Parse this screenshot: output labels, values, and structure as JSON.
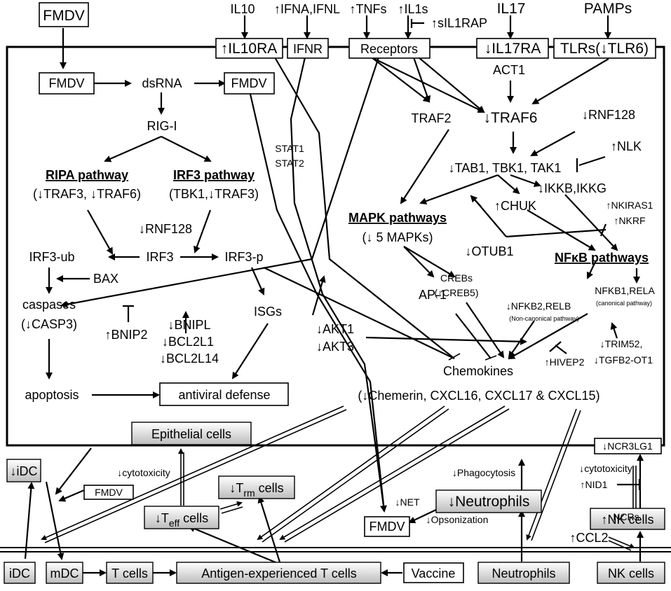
{
  "top_inputs": {
    "fmdv": "FMDV",
    "il10": "IL10",
    "ifna_ifnl": "↑IFNA,IFNL",
    "tnfs": "↑TNFs",
    "il1s": "↑IL1s",
    "sil1rap": "↑sIL1RAP",
    "il17": "IL17",
    "pamps": "PAMPs"
  },
  "receptors": {
    "il10ra": "↑IL10RA",
    "ifnr": "IFNR",
    "receptors": "Receptors",
    "il17ra": "↓IL17RA",
    "tlrs": "TLRs(↓TLR6)"
  },
  "cell_nodes": {
    "fmdv_inner": "FMDV",
    "dsrna": "dsRNA",
    "fmdv_right": "FMDV",
    "rig_i": "RIG-I",
    "ripa_title": "RIPA pathway",
    "ripa_sub": "(↓TRAF3, ↓TRAF6)",
    "irf3_title": "IRF3 pathway",
    "irf3_sub": "(TBK1,↓TRAF3)",
    "rnf128_left": "↓RNF128",
    "irf3_ub": "IRF3-ub",
    "irf3": "IRF3",
    "irf3_p": "IRF3-p",
    "bax": "BAX",
    "caspases": "caspases",
    "casp3": "(↓CASP3)",
    "bnip2": "↑BNIP2",
    "bnipl": "↓BNIPL",
    "bcl2l1": "↓BCL2L1",
    "bcl2l14": "↓BCL2L14",
    "isgs": "ISGs",
    "apoptosis": "apoptosis",
    "antiviral": "antiviral defense",
    "stat1": "STAT1",
    "stat2": "STAT2",
    "act1": "ACT1",
    "traf2": "TRAF2",
    "traf6": "↓TRAF6",
    "rnf128_right": "↓RNF128",
    "tab": "↓TAB1, TBK1, TAK1",
    "nlk": "↑NLK",
    "ikkb": "↓IKKB,IKKG",
    "chuk": "↑CHUK",
    "nkiras1": "↑NKIRAS1",
    "nkrf": "↑NKRF",
    "mapk_title": "MAPK pathways",
    "mapk_sub": "(↓ 5 MAPKs)",
    "otub1": "↓OTUB1",
    "nfkb_title": "NFκB pathways",
    "crebs": "CREBs",
    "creb5": "(↓CREB5)",
    "ap1": "AP-1",
    "nfkb2": "↓NFKB2,RELB",
    "noncanonical": "(Non-canonical pathway)",
    "nfkb1": "NFKB1,RELA",
    "canonical": "(canonical pathway)",
    "akt1": "↓AKT1",
    "akt3": "↓AKT3",
    "trim52": "↓TRIM52,",
    "tgfb2": "↓TGFB2-OT1",
    "hivep2": "↑HIVEP2",
    "chemokines": "Chemokines",
    "chemokine_list": "(↓Chemerin, CXCL16, CXCL17 & CXCL15)"
  },
  "immune": {
    "epithelial": "Epithelial cells",
    "ncr3lg1": "↓NCR3LG1",
    "idc_top": "↓iDC",
    "cytotox_left": "↓cytotoxicity",
    "fmdv_small": "FMDV",
    "trm_prefix": "↓T",
    "trm_sub": "rm",
    "trm_suffix": " cells",
    "teff_prefix": "↓T",
    "teff_sub": "eff",
    "teff_suffix": " cells",
    "phago": "↓Phagocytosis",
    "net": "↓NET",
    "neutrophils_top": "↓Neutrophils",
    "opsonization": "↓Opsonization",
    "fmdv_bottom": "FMDV",
    "cytotox_right": "↓cytotoxicity",
    "nid1": "↑NID1",
    "ncrs": "NCRs",
    "nk_top": "↑NK cells",
    "ccl2": "↑CCL2"
  },
  "bottom_row": {
    "idc": "iDC",
    "mdc": "mDC",
    "tcells": "T cells",
    "antigen_t": "Antigen-experienced T cells",
    "vaccine": "Vaccine",
    "neutrophils": "Neutrophils",
    "nk_cells": "NK cells"
  }
}
